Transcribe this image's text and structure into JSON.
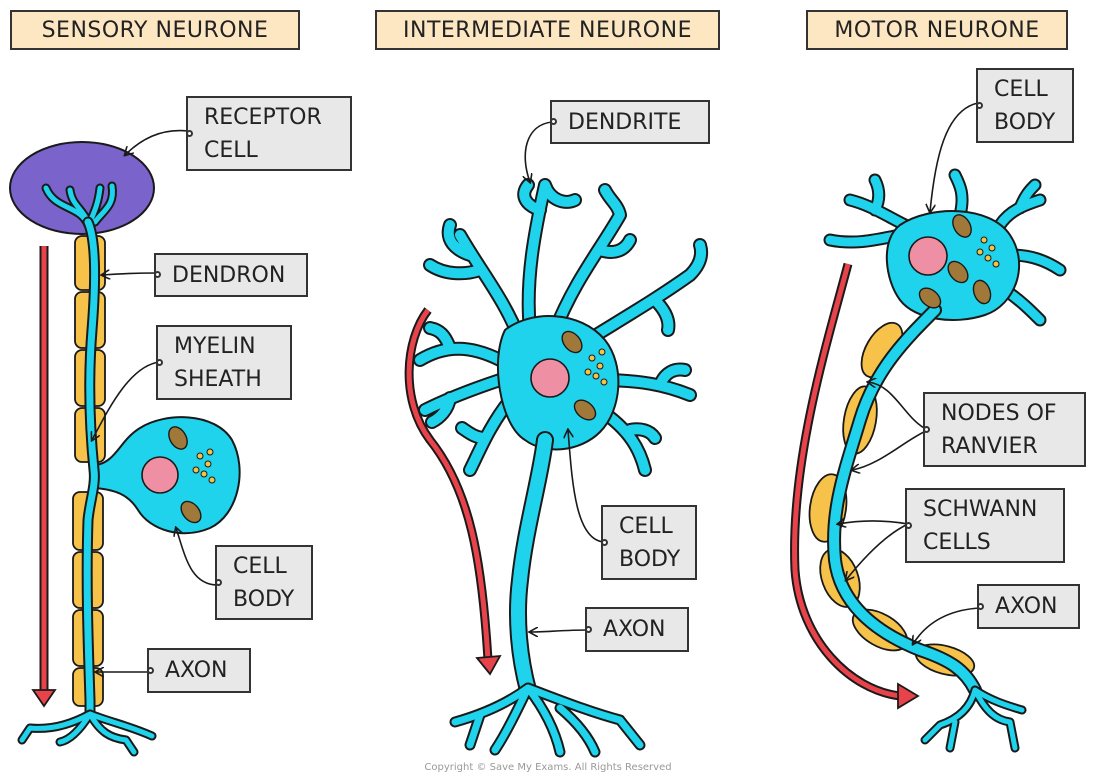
{
  "titles": {
    "sensory": "SENSORY NEURONE",
    "intermediate": "INTERMEDIATE NEURONE",
    "motor": "MOTOR NEURONE"
  },
  "labels": {
    "receptor_cell": [
      "RECEPTOR",
      "CELL"
    ],
    "sensory_dendron": "DENDRON",
    "myelin_sheath": [
      "MYELIN",
      "SHEATH"
    ],
    "sensory_cell_body": [
      "CELL",
      "BODY"
    ],
    "sensory_axon": "AXON",
    "dendrite": "DENDRITE",
    "intermediate_cell_body": [
      "CELL",
      "BODY"
    ],
    "intermediate_axon": "AXON",
    "motor_cell_body": [
      "CELL",
      "BODY"
    ],
    "nodes_of_ranvier": [
      "NODES OF",
      "RANVIER"
    ],
    "schwann_cells": [
      "SCHWANN",
      "CELLS"
    ],
    "motor_axon": "AXON"
  },
  "copyright": "Copyright © Save My Exams. All Rights Reserved",
  "colors": {
    "neuron": "#1fd3ec",
    "outline": "#1a1a1a",
    "myelin": "#f6c24a",
    "receptor": "#7b63cc",
    "nucleus": "#ef8fa4",
    "arrow": "#e8434b",
    "mitochondria": "#a0783a",
    "title_bg": "#fde7c2",
    "label_bg": "#e8e8e8"
  }
}
